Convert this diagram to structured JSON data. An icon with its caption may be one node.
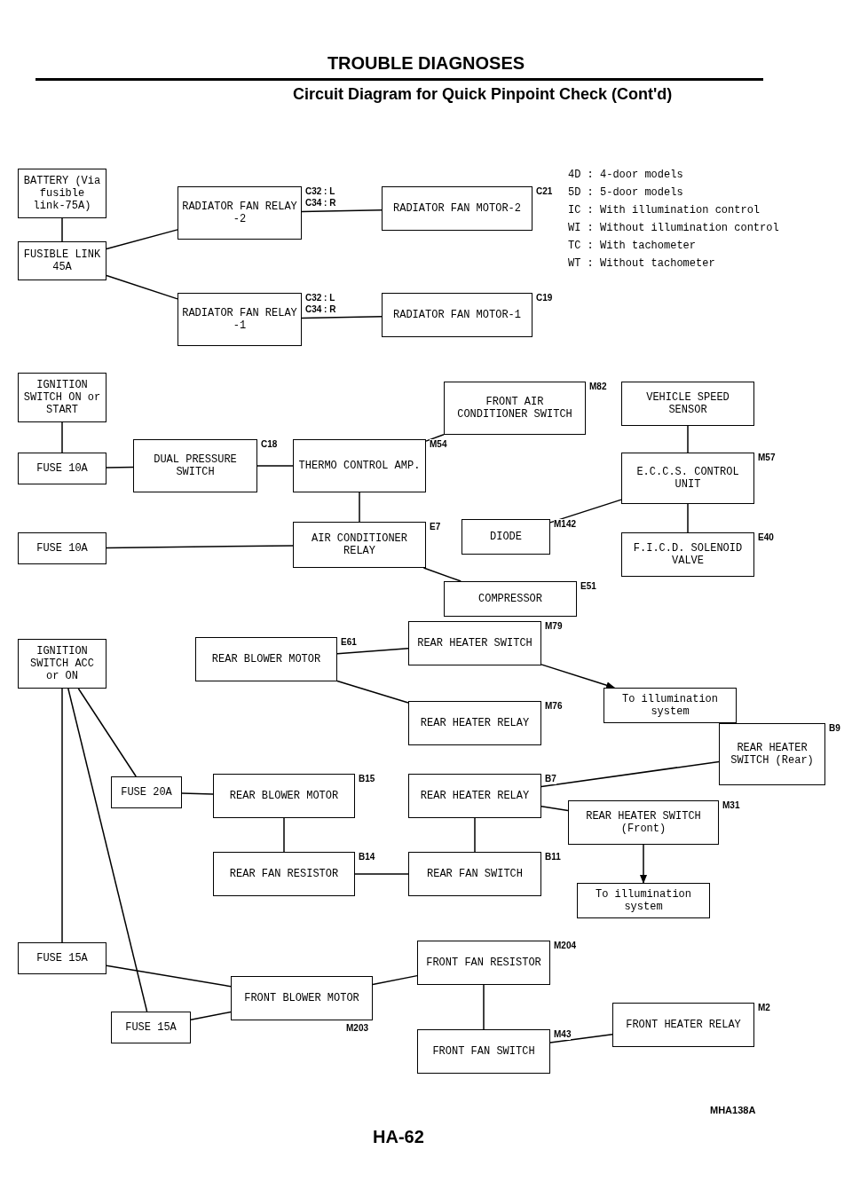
{
  "diagram": {
    "title": "TROUBLE DIAGNOSES",
    "nodes": [
      {
        "text": [
          "BATTERY (Via fusible link-75A)"
        ]
      },
      {
        "text": [
          "FUSIBLE LINK 45A"
        ]
      },
      {
        "text": [
          "RADIATOR FAN MOTOR-2"
        ],
        "beside": [
          "C21"
        ]
      },
      {
        "text": [
          "RADIATOR FAN RELAY -2"
        ],
        "beside": [
          "C32 : L",
          "C34 : R"
        ]
      },
      {
        "text": [
          "RADIATOR FAN MOTOR-1"
        ],
        "beside": [
          "C19"
        ]
      },
      {
        "text": [
          "RADIATOR FAN RELAY -1"
        ],
        "beside": [
          "C32 : L",
          "C34 : R"
        ]
      },
      {
        "text": [
          "IGNITION SWITCH ON or START"
        ]
      },
      {
        "text": [
          "FUSE 10A"
        ]
      },
      {
        "text": [
          "DUAL PRESSURE SWITCH"
        ],
        "beside": [
          "C18"
        ]
      },
      {
        "text": [
          "THERMO CONTROL AMP."
        ],
        "beside": [
          "M54"
        ]
      },
      {
        "text": [
          "FRONT AIR CONDITIONER SWITCH"
        ],
        "beside": [
          "M82"
        ]
      },
      {
        "text": [
          "VEHICLE SPEED SENSOR"
        ]
      },
      {
        "text": [
          "E.C.C.S. CONTROL UNIT"
        ],
        "beside": [
          "M57"
        ]
      },
      {
        "text": [
          "FUSE 10A"
        ]
      },
      {
        "text": [
          "DIODE"
        ],
        "beside": [
          "M142"
        ]
      },
      {
        "text": [
          "AIR CONDITIONER RELAY"
        ],
        "beside": [
          "E7"
        ]
      },
      {
        "text": [
          "F.I.C.D. SOLENOID VALVE"
        ],
        "beside": [
          "E40"
        ]
      },
      {
        "text": [
          "COMPRESSOR"
        ],
        "beside": [
          "E51"
        ]
      },
      {
        "text": [
          "IGNITION SWITCH ACC or ON"
        ]
      },
      {
        "text": [
          "REAR BLOWER MOTOR"
        ],
        "beside": [
          "E61"
        ]
      },
      {
        "text": [
          "To illumination system"
        ]
      },
      {
        "text": [
          "REAR HEATER SWITCH"
        ],
        "beside": [
          "M79"
        ]
      },
      {
        "text": [
          "REAR HEATER RELAY"
        ],
        "beside": [
          "M76"
        ]
      },
      {
        "text": [
          "REAR FAN RESISTOR"
        ],
        "beside": [
          "B14"
        ]
      },
      {
        "text": [
          "REAR FAN SWITCH"
        ],
        "beside": [
          "B11"
        ]
      },
      {
        "text": [
          "To illumination system"
        ]
      },
      {
        "text": [
          "FUSE 20A"
        ]
      },
      {
        "text": [
          "REAR BLOWER MOTOR"
        ],
        "beside": [
          "B15"
        ]
      },
      {
        "text": [
          "REAR HEATER RELAY"
        ],
        "beside": [
          "B7"
        ]
      },
      {
        "text": [
          "REAR HEATER SWITCH (Front)"
        ],
        "beside": [
          "M31"
        ]
      },
      {
        "text": [
          "REAR HEATER SWITCH (Rear)"
        ],
        "beside": [
          "B9"
        ]
      },
      {
        "text": [
          "FUSE 15A"
        ]
      },
      {
        "text": [
          "FUSE 15A"
        ]
      },
      {
        "text": [
          "FRONT BLOWER MOTOR"
        ],
        "beside": [
          "M203"
        ]
      },
      {
        "text": [
          "FRONT FAN RESISTOR"
        ],
        "beside": [
          "M204"
        ]
      },
      {
        "text": [
          "FRONT FAN SWITCH"
        ],
        "beside": [
          "M43"
        ]
      },
      {
        "text": [
          "FRONT HEATER RELAY"
        ],
        "beside": [
          "M2"
        ]
      }
    ],
    "edges": [
      {
        "from": 0,
        "to": 1,
        "arrow": "none"
      },
      {
        "from": 1,
        "to": 3,
        "arrow": "none"
      },
      {
        "from": 1,
        "to": 5,
        "arrow": "none"
      },
      {
        "from": 3,
        "to": 2,
        "arrow": "none"
      },
      {
        "from": 5,
        "to": 4,
        "arrow": "none"
      },
      {
        "from": 6,
        "to": 7,
        "arrow": "none"
      },
      {
        "from": 7,
        "to": 8,
        "arrow": "none"
      },
      {
        "from": 8,
        "to": 9,
        "arrow": "none"
      },
      {
        "from": 9,
        "to": 10,
        "arrow": "none"
      },
      {
        "from": 9,
        "to": 15,
        "arrow": "none"
      },
      {
        "from": 13,
        "to": 15,
        "arrow": "none"
      },
      {
        "from": 15,
        "to": 17,
        "arrow": "none"
      },
      {
        "from": 14,
        "to": 12,
        "arrow": "none"
      },
      {
        "from": 11,
        "to": 12,
        "arrow": "none"
      },
      {
        "from": 12,
        "to": 16,
        "arrow": "none"
      },
      {
        "from": 18,
        "to": 26,
        "arrow": "none"
      },
      {
        "from": 18,
        "to": 31,
        "arrow": "none"
      },
      {
        "from": 18,
        "to": 32,
        "arrow": "none"
      },
      {
        "from": 26,
        "to": 27,
        "arrow": "none"
      },
      {
        "from": 27,
        "to": 23,
        "arrow": "none"
      },
      {
        "from": 23,
        "to": 24,
        "arrow": "none"
      },
      {
        "from": 24,
        "to": 28,
        "arrow": "none"
      },
      {
        "from": 28,
        "to": 29,
        "arrow": "none"
      },
      {
        "from": 28,
        "to": 30,
        "arrow": "none"
      },
      {
        "from": 19,
        "to": 21,
        "arrow": "none"
      },
      {
        "from": 19,
        "to": 22,
        "arrow": "none"
      },
      {
        "from": 21,
        "to": 20,
        "arrow": "to"
      },
      {
        "from": 29,
        "to": 25,
        "arrow": "to"
      },
      {
        "from": 31,
        "to": 33,
        "arrow": "none"
      },
      {
        "from": 32,
        "to": 33,
        "arrow": "none"
      },
      {
        "from": 33,
        "to": 34,
        "arrow": "none"
      },
      {
        "from": 34,
        "to": 35,
        "arrow": "none"
      },
      {
        "from": 35,
        "to": 36,
        "arrow": "none"
      }
    ],
    "labels": [
      "Circuit Diagram for Quick Pinpoint Check (Cont'd)",
      "4D : 4-door models",
      "5D : 5-door models",
      "IC : With illumination control",
      "WI : Without illumination control",
      "TC : With tachometer",
      "WT : Without tachometer",
      "HA-62",
      "MHA138A"
    ]
  }
}
